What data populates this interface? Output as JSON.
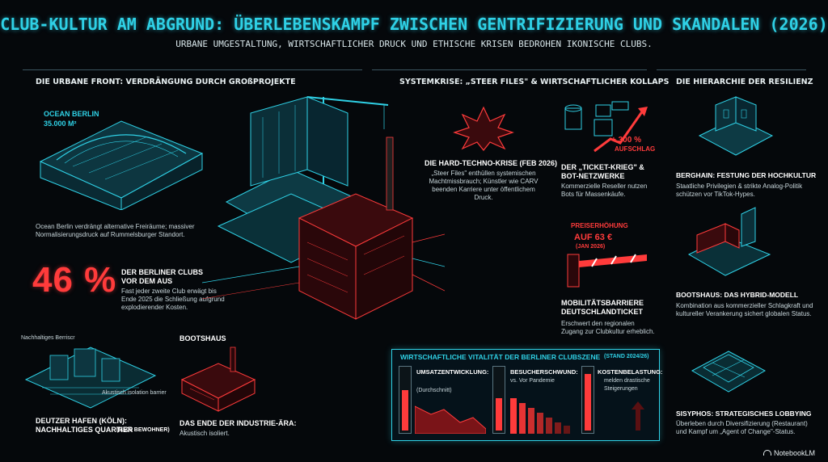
{
  "header": {
    "title": "CLUB-KULTUR AM ABGRUND: ÜBERLEBENSKAMPF ZWISCHEN GENTRIFIZIERUNG UND SKANDALEN (2026)",
    "subtitle": "URBANE UMGESTALTUNG, WIRTSCHAFTLICHER DRUCK UND ETHISCHE KRISEN BEDROHEN IKONISCHE CLUBS."
  },
  "left": {
    "heading": "DIE URBANE FRONT: VERDRÄNGUNG DURCH GROßPROJEKTE",
    "ocean_label": "OCEAN BERLIN",
    "ocean_size": "35.000 M²",
    "ocean_text": "Ocean Berlin verdrängt alternative Freiräume; massiver Normalisierungsdruck auf Rummelsburger Standort.",
    "stat_value": "46 %",
    "stat_label": "DER BERLINER CLUBS VOR DEM AUS",
    "stat_text": "Fast jeder zweite Club erwägt bis Ende 2025 die Schließung aufgrund explodierender Kosten.",
    "hafen_note1": "Nachhaltiges Berriscr",
    "hafen_note2": "Akustisch isolation barrier",
    "hafen_title": "DEUTZER HAFEN (KÖLN): NACHHALTIGES QUARTIER",
    "hafen_sub": "(6.500 BEWOHNER)",
    "boots_label": "BOOTSHAUS",
    "boots_title": "DAS ENDE DER INDUSTRIE-ÄRA:",
    "boots_text": "Akustisch isoliert."
  },
  "center": {
    "heading": "SYSTEMKRISE: „STEER FILES\" & WIRTSCHAFTLICHER KOLLAPS",
    "crisis_title": "DIE HARD-TECHNO-KRISE (FEB 2026)",
    "crisis_text": "„Steer Files\" enthüllen systemischen Machtmissbrauch; Künstler wie CARV beenden Karriere unter öffentlichem Druck.",
    "ticket_title": "DER „TICKET-KRIEG\" & BOT-NETZWERKE",
    "ticket_text": "Kommerzielle Reseller nutzen Bots für Massenkäufe.",
    "surcharge_value": "+ 300 %",
    "surcharge_label": "AUFSCHLAG",
    "price_label": "PREISERHÖHUNG",
    "price_value": "AUF 63 €",
    "price_date": "(JAN 2026)",
    "mobil_title": "MOBILITÄTSBARRIERE DEUTSCHLANDTICKET",
    "mobil_text": "Erschwert den regionalen Zugang zur Clubkultur erheblich."
  },
  "panel": {
    "title": "WIRTSCHAFTLICHE VITALITÄT DER BERLINER CLUBSZENE",
    "stand": "(STAND 2024/26)",
    "umsatz_label": "UMSATZENTWICKLUNG:",
    "umsatz_sub": "(Durchschnitt)",
    "besucher_label": "BESUCHERSCHWUND:",
    "besucher_sub": "vs. Vor Pandemie",
    "kosten_label": "KOSTENBELASTUNG:",
    "kosten_sub": "melden drastische Steigerungen"
  },
  "right": {
    "heading": "DIE HIERARCHIE DER RESILIENZ",
    "berghain_title": "BERGHAIN: FESTUNG DER HOCHKULTUR",
    "berghain_text": "Staatliche Privilegien & strikte Analog-Politik schützen vor TikTok-Hypes.",
    "bootshaus_title": "BOOTSHAUS: DAS HYBRID-MODELL",
    "bootshaus_text": "Kombination aus kommerzieller Schlagkraft und kultureller Verankerung sichert globalen Status.",
    "sisyphos_title": "SISYPHOS: STRATEGISCHES LOBBYING",
    "sisyphos_text": "Überleben durch Diversifizierung (Restaurant) und Kampf um „Agent of Change\"-Status."
  },
  "footer": {
    "brand": "NotebookLM"
  },
  "colors": {
    "accent_cyan": "#2fd1e6",
    "accent_red": "#ff3b3b",
    "background": "#05080b"
  }
}
